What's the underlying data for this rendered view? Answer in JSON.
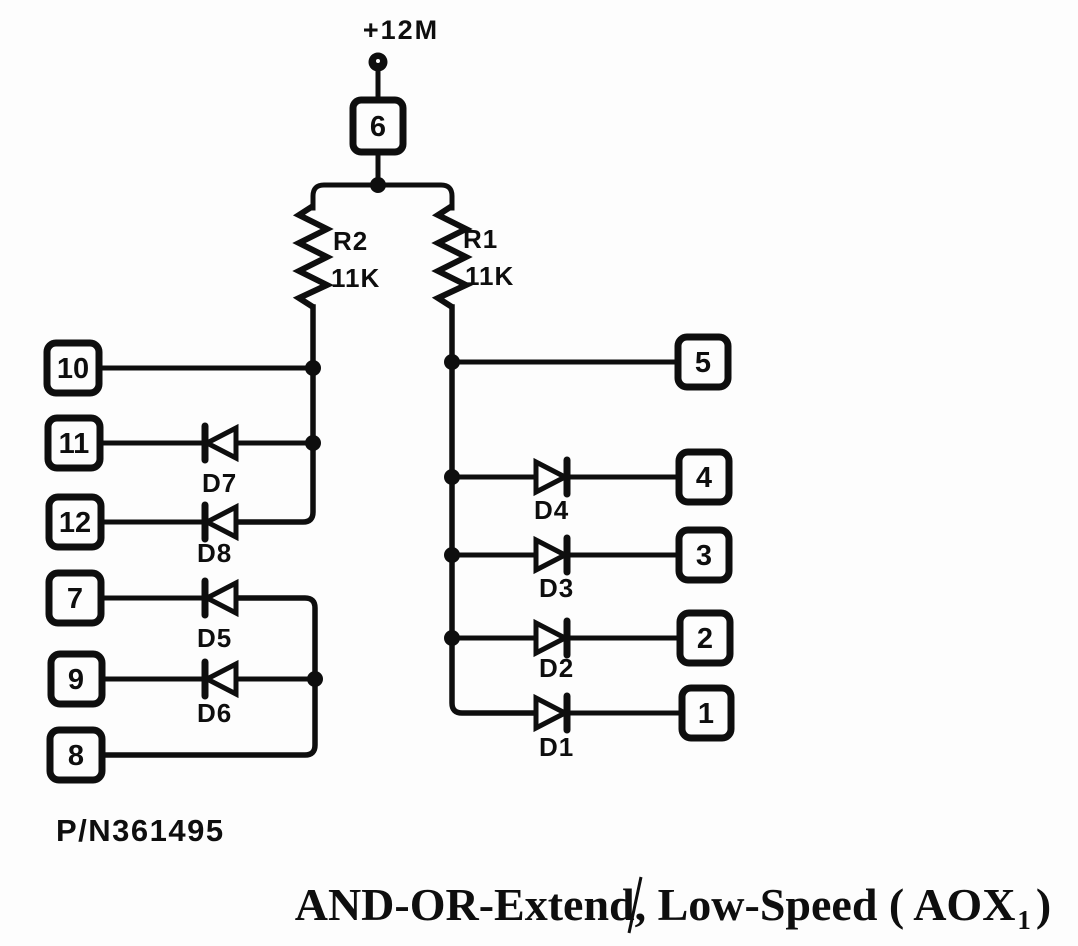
{
  "figure": {
    "power_label": "+12M",
    "part_number": "P/N361495",
    "caption": {
      "main": "AND-OR-Extend, Low-Speed ( AOX",
      "subscript": "1",
      "close": ")"
    }
  },
  "colors": {
    "ink": "#0e0e0e",
    "paper": "#fdfdfd"
  },
  "resistors": {
    "r2": {
      "name": "R2",
      "value": "11K"
    },
    "r1": {
      "name": "R1",
      "value": "11K"
    }
  },
  "connectors": {
    "top": {
      "label": "6"
    },
    "left_group_a": [
      {
        "pin": "10"
      },
      {
        "pin": "11",
        "diode": "D7"
      },
      {
        "pin": "12",
        "diode": "D8"
      }
    ],
    "left_group_b": [
      {
        "pin": "7",
        "diode": "D5"
      },
      {
        "pin": "9",
        "diode": "D6"
      },
      {
        "pin": "8"
      }
    ],
    "right_group": [
      {
        "pin": "5"
      },
      {
        "pin": "4",
        "diode": "D4"
      },
      {
        "pin": "3",
        "diode": "D3"
      },
      {
        "pin": "2",
        "diode": "D2"
      },
      {
        "pin": "1",
        "diode": "D1"
      }
    ]
  }
}
